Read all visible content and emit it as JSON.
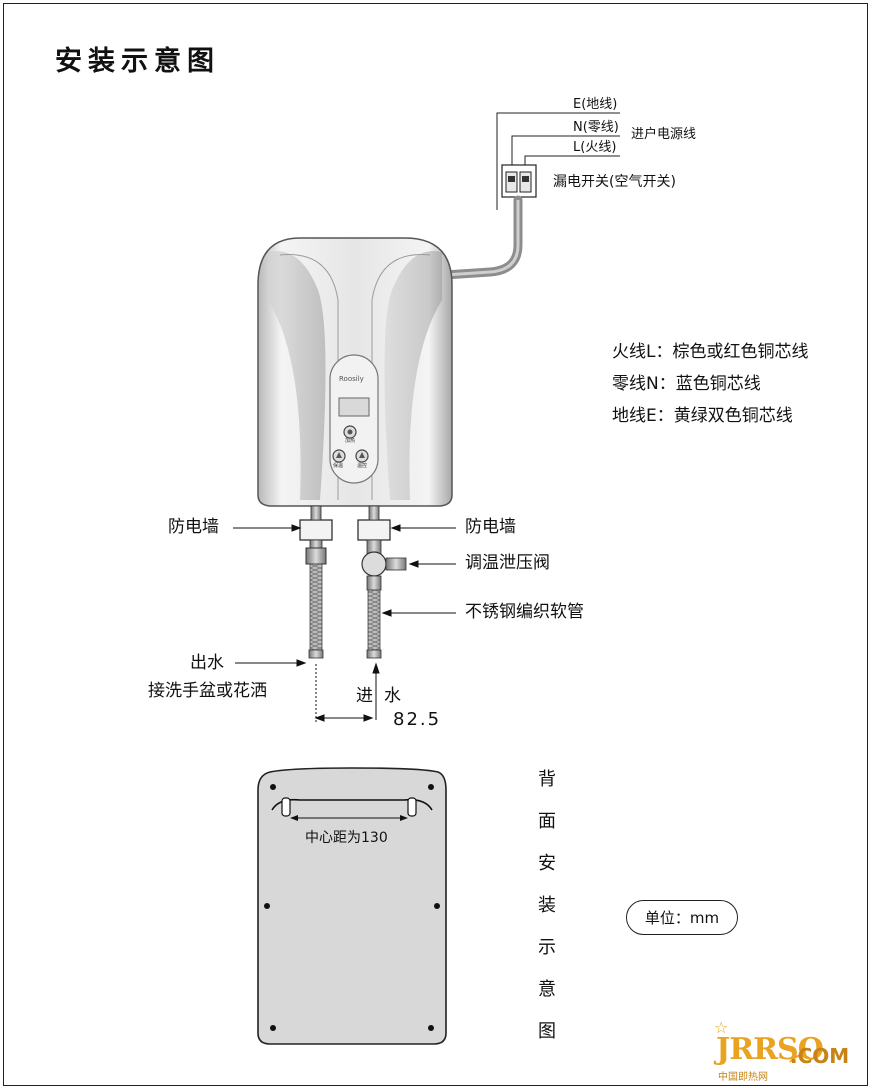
{
  "title": "安装示意图",
  "wiring": {
    "earth": "E(地线)",
    "neutral": "N(零线)",
    "live": "L(火线)",
    "power_line": "进户电源线",
    "breaker": "漏电开关(空气开关)"
  },
  "legend": {
    "live_wire": "火线L：棕色或红色铜芯线",
    "neutral_wire": "零线N：蓝色铜芯线",
    "earth_wire": "地线E：黄绿双色铜芯线"
  },
  "heater": {
    "brand": "Roosily",
    "button_labels": [
      "加热",
      "保温",
      "温控"
    ]
  },
  "plumbing": {
    "wall_left": "防电墙",
    "wall_right": "防电墙",
    "valve": "调温泄压阀",
    "hose": "不锈钢编织软管",
    "outlet": "出水",
    "outlet_use": "接洗手盆或花洒",
    "inlet_1": "进",
    "inlet_2": "水",
    "spacing": "82.5"
  },
  "back": {
    "center_distance": "中心距为130",
    "vertical_label": [
      "背",
      "面",
      "安",
      "装",
      "示",
      "意",
      "图"
    ],
    "unit": "单位：mm"
  },
  "watermark": {
    "logo": "JRRSO",
    "domain": ".COM",
    "site": "中国即热网"
  }
}
